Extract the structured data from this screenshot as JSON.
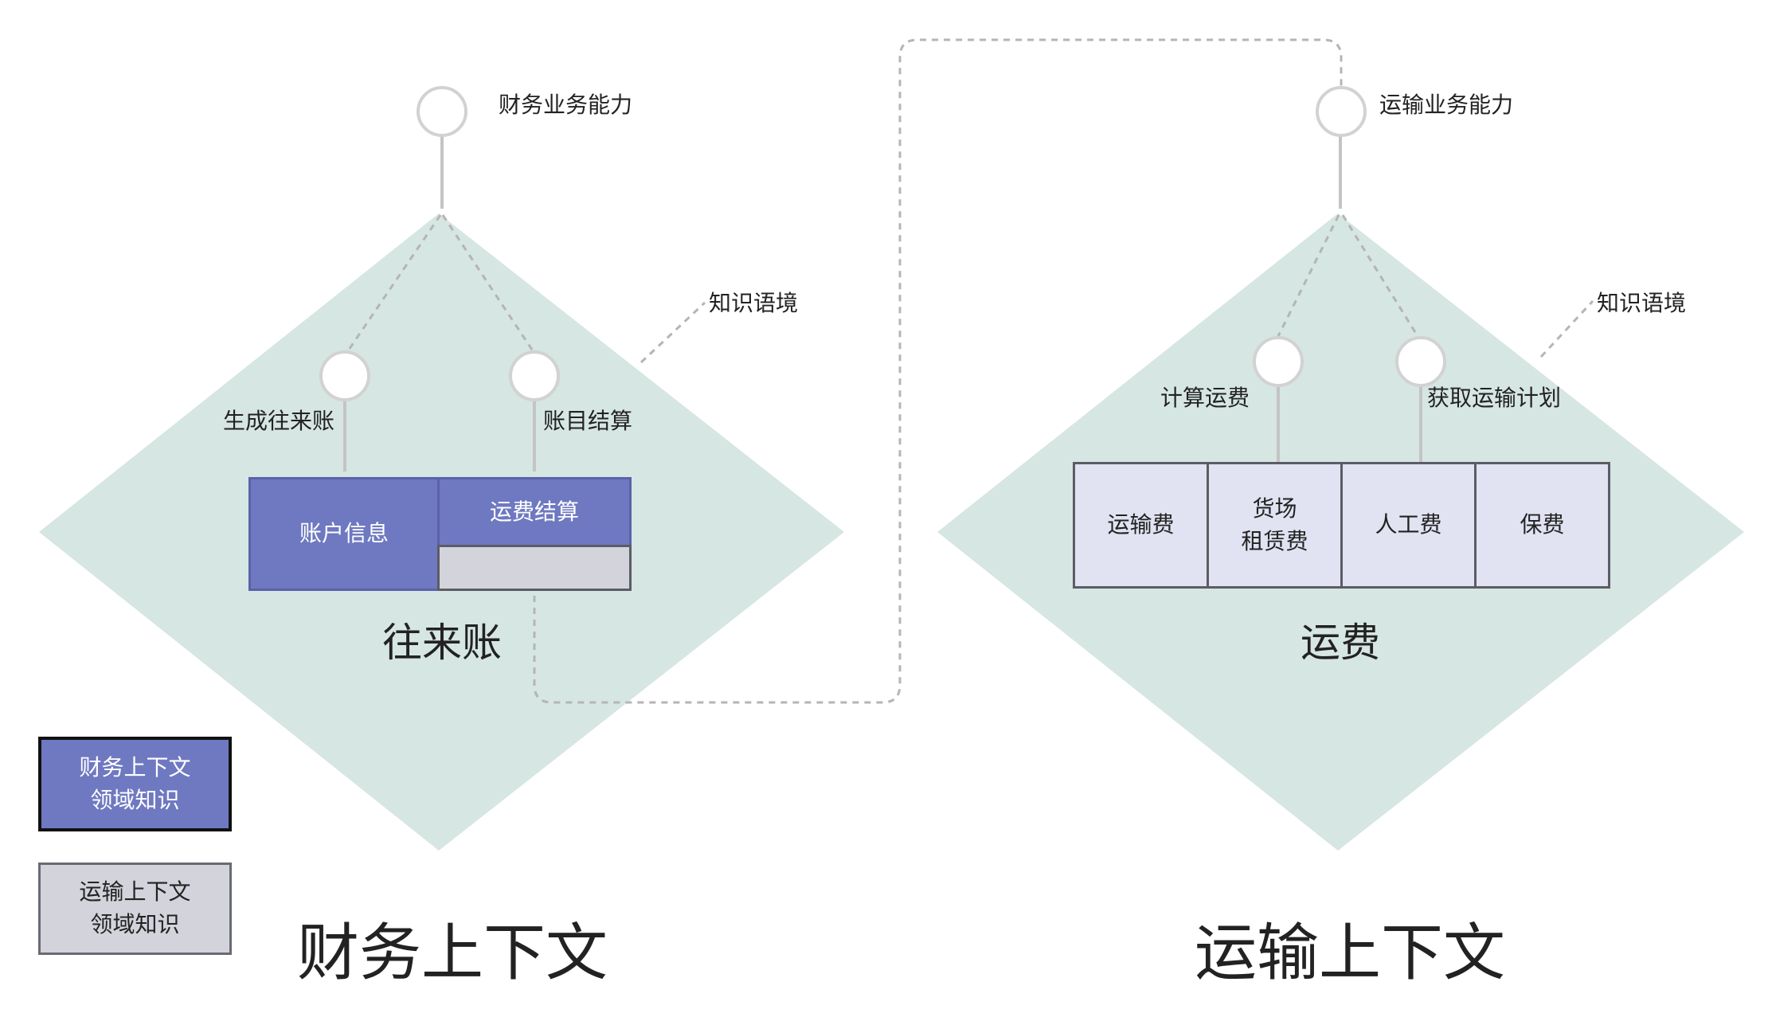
{
  "colors": {
    "diamond_fill": "#d6e6e2",
    "finance_box": "#6f79c1",
    "transport_box": "#d3d3dc",
    "tile_fill": "#e1e3f2",
    "connector": "#c4c4c4",
    "dashed": "#b5b5b5"
  },
  "finance": {
    "capability_label": "财务业务能力",
    "knowledge_context_label": "知识语境",
    "node_left_label": "生成往来账",
    "node_right_label": "账目结算",
    "box_account_info": "账户信息",
    "box_freight_settlement": "运费结算",
    "context_name": "往来账",
    "title": "财务上下文"
  },
  "transport": {
    "capability_label": "运输业务能力",
    "knowledge_context_label": "知识语境",
    "node_left_label": "计算运费",
    "node_right_label": "获取运输计划",
    "tiles": [
      {
        "lines": [
          "运输费"
        ]
      },
      {
        "lines": [
          "货场",
          "租赁费"
        ]
      },
      {
        "lines": [
          "人工费"
        ]
      },
      {
        "lines": [
          "保费"
        ]
      }
    ],
    "context_name": "运费",
    "title": "运输上下文"
  },
  "legend": {
    "finance_line1": "财务上下文",
    "finance_line2": "领域知识",
    "transport_line1": "运输上下文",
    "transport_line2": "领域知识"
  }
}
